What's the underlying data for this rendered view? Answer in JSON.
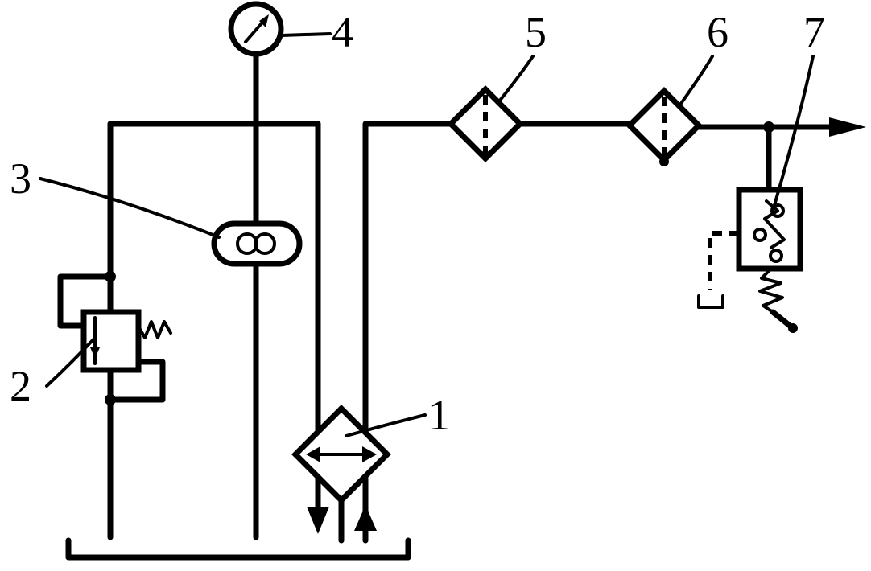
{
  "labels": {
    "l1": "1",
    "l2": "2",
    "l3": "3",
    "l4": "4",
    "l5": "5",
    "l6": "6",
    "l7": "7"
  },
  "components": [
    {
      "id": "1",
      "icon": "heat-exchanger-icon"
    },
    {
      "id": "2",
      "icon": "relief-valve-icon"
    },
    {
      "id": "3",
      "icon": "pump-icon"
    },
    {
      "id": "4",
      "icon": "pressure-gauge-icon"
    },
    {
      "id": "5",
      "icon": "filter-icon"
    },
    {
      "id": "6",
      "icon": "filter-icon"
    },
    {
      "id": "7",
      "icon": "pressure-switch-icon"
    }
  ]
}
